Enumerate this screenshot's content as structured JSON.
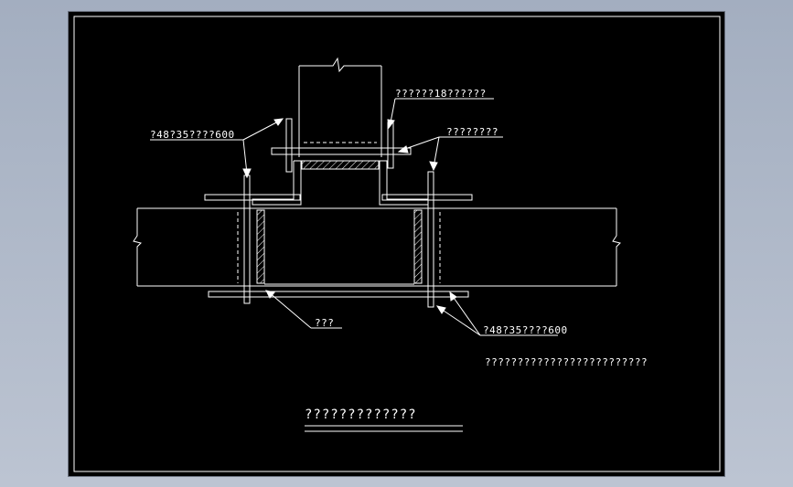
{
  "drawing": {
    "labels": {
      "top_right": "??????18??????",
      "left_anchor": "?48?35????600",
      "right_side": "????????",
      "bottom_left": "???",
      "bottom_right_anchor": "?48?35????600",
      "note": "?????????????????????????",
      "title": "?????????????"
    },
    "colors": {
      "frame_background": "#000000",
      "line": "#ffffff",
      "outer_background": "#a3aec0"
    }
  }
}
